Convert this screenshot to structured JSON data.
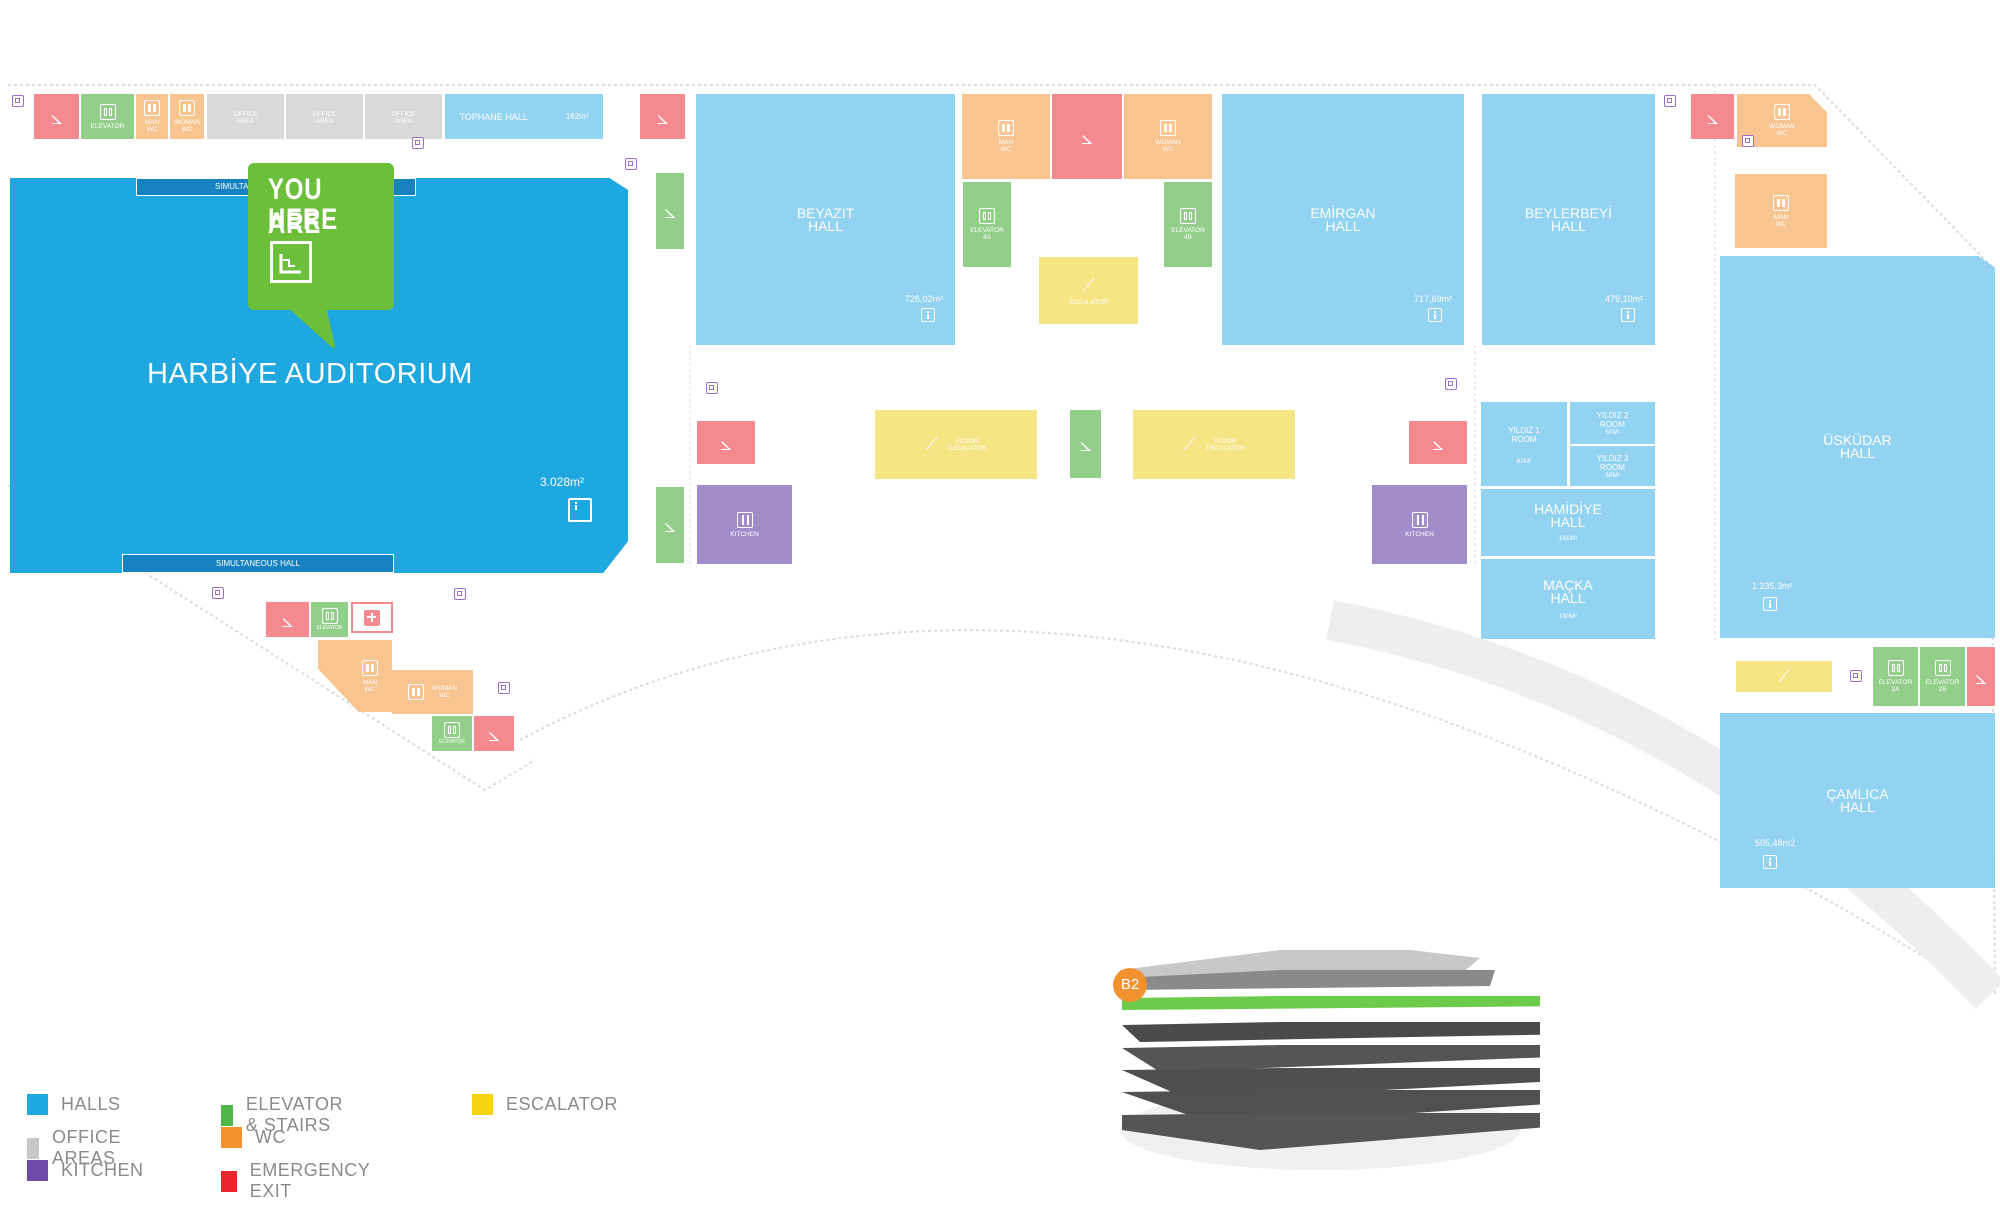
{
  "colors": {
    "halls": "#1fa8e0",
    "halls_light": "#91d3f0",
    "office": "#d9d9d9",
    "kitchen": "#a28bc9",
    "elevator_stairs": "#93cf8b",
    "wc": "#f8c48f",
    "emergency": "#f48a8f",
    "escalator": "#f6e585",
    "you_are_here": "#6cbf3a",
    "floor_badge": "#f39330"
  },
  "you_are_here": {
    "label_line1": "YOU ARE",
    "label_line2": "HERE",
    "icon": "you-are-here-icon"
  },
  "halls": {
    "harbiye": {
      "name": "HARBİYE AUDITORIUM",
      "area": "3.028m²",
      "sim_top": "SIMULTA",
      "sim_bottom": "SIMULTANEOUS HALL"
    },
    "tophane": {
      "name": "TOPHANE HALL",
      "area": "162m²"
    },
    "beyazit": {
      "name": "BEYAZIT\nHALL",
      "area": "726,02m²"
    },
    "emirgan": {
      "name": "EMİRGAN\nHALL",
      "area": "717,69m²"
    },
    "beylerbeyi": {
      "name": "BEYLERBEYİ\nHALL",
      "area": "479,10m²"
    },
    "uskudar": {
      "name": "ÜSKÜDAR\nHALL",
      "area": "1.235,3m²"
    },
    "camlica": {
      "name": "ÇAMLICA\nHALL",
      "area": "505,48m2"
    },
    "yildiz1": {
      "name": "YILDIZ 1\nROOM",
      "area": "87m²"
    },
    "yildiz2": {
      "name": "YILDIZ 2\nROOM",
      "area": "50m²"
    },
    "yildiz3": {
      "name": "YILDIZ 3\nROOM",
      "area": "38m²"
    },
    "hamidiye": {
      "name": "HAMİDİYE\nHALL",
      "area": "161m²"
    },
    "macka": {
      "name": "MAÇKA\nHALL",
      "area": "180m²"
    }
  },
  "labels": {
    "elevator": "ELEVATOR",
    "man_wc": "MAN\nWC",
    "woman_wc": "WOMAN\nWC",
    "office_area": "OFFICE\nAREA",
    "kitchen": "KITCHEN",
    "escalator": "ESCALATOR",
    "floor_escalator": "FLOOR\nESCALATOR",
    "elevator_4a": "ELEVATOR\n4A",
    "elevator_4b": "ELEVATOR\n4B",
    "elevator_2a": "ELEVATOR\n2A",
    "elevator_2b": "ELEVATOR\n2B"
  },
  "floor_badge": "B2",
  "legend": [
    {
      "label": "HALLS",
      "color": "#1fa8e0"
    },
    {
      "label": "OFFICE AREAS",
      "color": "#c8c8c8"
    },
    {
      "label": "KITCHEN",
      "color": "#6f4aa8"
    },
    {
      "label": "ELEVATOR & STAIRS",
      "color": "#4fb748"
    },
    {
      "label": "WC",
      "color": "#f39330"
    },
    {
      "label": "EMERGENCY EXIT",
      "color": "#e8262d"
    },
    {
      "label": "ESCALATOR",
      "color": "#f7d315"
    }
  ]
}
